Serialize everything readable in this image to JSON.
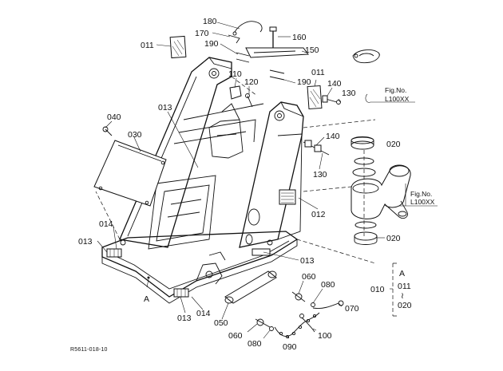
{
  "diagram_code": "R5611-018-10",
  "view_marker": "A",
  "parts": {
    "p011_left": "011",
    "p011_right": "011",
    "p180": "180",
    "p170": "170",
    "p160": "160",
    "p190_left": "190",
    "p190_right": "190",
    "p150": "150",
    "p110": "110",
    "p120": "120",
    "p140_top": "140",
    "p130_top": "130",
    "p013_top": "013",
    "p040": "040",
    "p030": "030",
    "p140_mid": "140",
    "p130_mid": "130",
    "p020_top": "020",
    "p012": "012",
    "p020_bottom": "020",
    "p014_left": "014",
    "p013_left": "013",
    "p013_mid": "013",
    "p060_right": "060",
    "p080_right": "080",
    "p070": "070",
    "p013_bottom": "013",
    "p014_bottom": "014",
    "p050": "050",
    "p060_bottom": "060",
    "p080_bottom": "080",
    "p090": "090",
    "p100": "100"
  },
  "fig_refs": [
    {
      "label": "Fig.No.",
      "code": "L100XX"
    },
    {
      "label": "Fig.No.",
      "code": "L100XX"
    }
  ],
  "assembly_group": {
    "id": "010",
    "view": "A",
    "range_start": "011",
    "range_symbol": "≀",
    "range_end": "020"
  }
}
